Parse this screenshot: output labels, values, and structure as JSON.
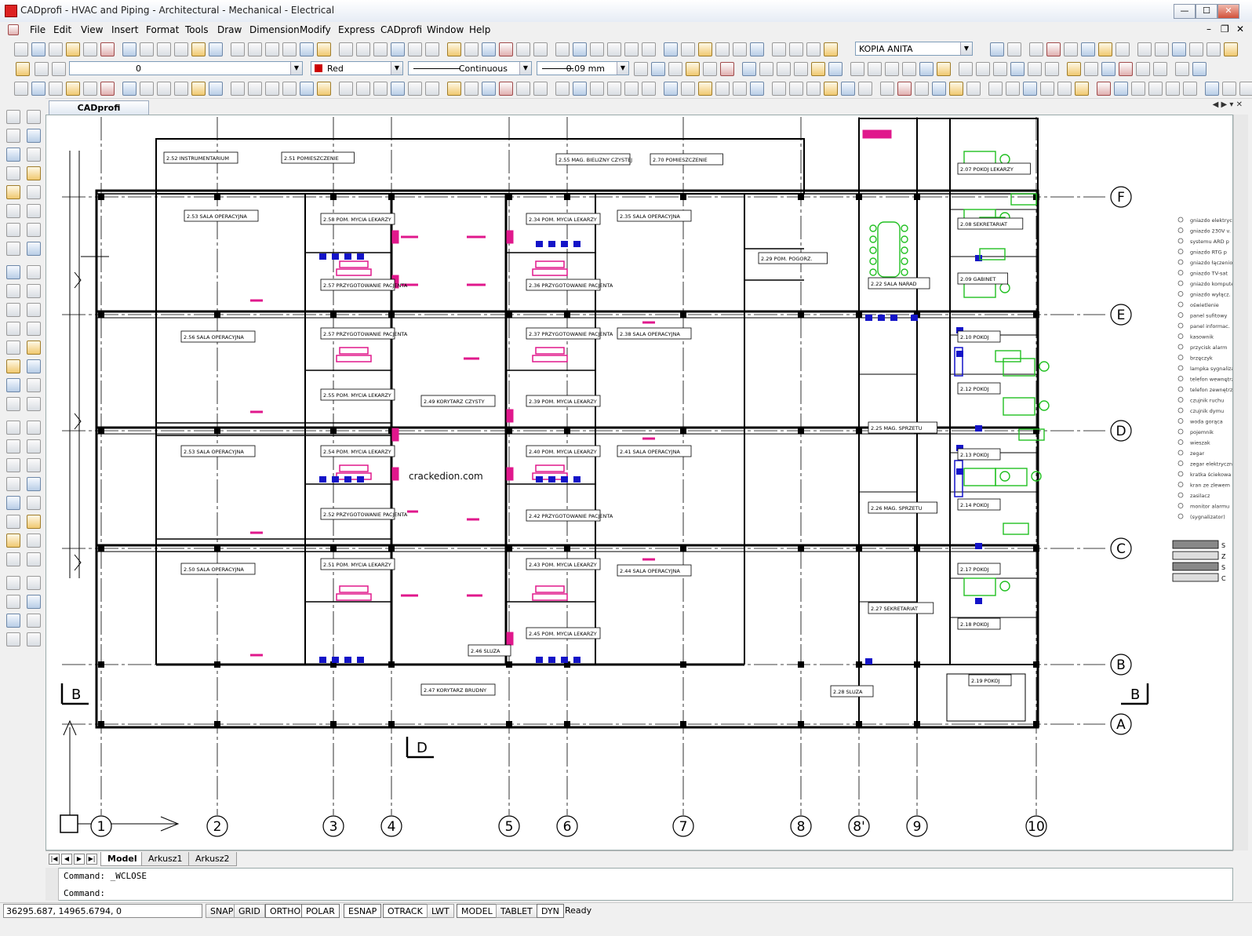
{
  "window": {
    "title": "CADprofi - HVAC and Piping - Architectural - Mechanical - Electrical",
    "minimize": "—",
    "maximize": "☐",
    "close": "✕"
  },
  "menu": {
    "items": [
      "File",
      "Edit",
      "View",
      "Insert",
      "Format",
      "Tools",
      "Draw",
      "Dimension",
      "Modify",
      "Express",
      "CADprofi",
      "Window",
      "Help"
    ],
    "mdi_min": "–",
    "mdi_restore": "❐",
    "mdi_close": "✕"
  },
  "toolbar": {
    "textstyle": "KOPIA ANITA",
    "layer": "0",
    "color": "Red",
    "linetype": "Continuous",
    "lineweight": "0.09 mm"
  },
  "document": {
    "tab_label": "CADprofi",
    "tab_nav": "◀ ▶ ▾ ✕"
  },
  "drawing": {
    "watermark": "crackedion.com",
    "grid_columns": [
      "1",
      "2",
      "3",
      "4",
      "5",
      "6",
      "7",
      "8",
      "8'",
      "9",
      "10"
    ],
    "grid_rows": [
      "F",
      "E",
      "D",
      "C",
      "B",
      "A"
    ],
    "section_markers": [
      "B",
      "B",
      "D"
    ],
    "room_labels": [
      "2.52 INSTRUMENTARIUM",
      "2.51 POMIESZCZENIE",
      "2.55 MAG. BIELIZNY CZYSTEJ",
      "2.70 POMIESZCZENIE",
      "2.53 SALA OPERACYJNA",
      "2.58 POM. MYCIA LEKARZY",
      "2.57 PRZYGOTOWANIE PACJENTA",
      "2.34 POM. MYCIA LEKARZY",
      "2.36 PRZYGOTOWANIE PACJENTA",
      "2.35 SALA OPERACYJNA",
      "2.29 POM. POGORZ.",
      "2.56 SALA OPERACYJNA",
      "2.57 PRZYGOTOWANIE PACJENTA",
      "2.37 PRZYGOTOWANIE PACJENTA",
      "2.38 SALA OPERACYJNA",
      "2.49 KORYTARZ CZYSTY",
      "2.55 POM. MYCIA LEKARZY",
      "2.39 POM. MYCIA LEKARZY",
      "2.53 SALA OPERACYJNA",
      "2.54 POM. MYCIA LEKARZY",
      "2.40 POM. MYCIA LEKARZY",
      "2.41 SALA OPERACYJNA",
      "2.52 PRZYGOTOWANIE PACJENTA",
      "2.42 PRZYGOTOWANIE PACJENTA",
      "2.50 SALA OPERACYJNA",
      "2.51 POM. MYCIA LEKARZY",
      "2.43 POM. MYCIA LEKARZY",
      "2.44 SALA OPERACYJNA",
      "2.45 POM. MYCIA LEKARZY",
      "2.46 SLUZA",
      "2.47 KORYTARZ BRUDNY",
      "2.22 SALA NARAD",
      "2.07 POKOJ LEKARZY",
      "2.08 SEKRETARIAT",
      "2.09 GABINET",
      "2.10 POKOJ",
      "2.12 POKOJ",
      "2.13 POKOJ",
      "2.14 POKOJ",
      "2.17 POKOJ",
      "2.18 POKOJ",
      "2.19 POKOJ",
      "2.25 MAG. SPRZETU",
      "2.26 MAG. SPRZETU",
      "2.27 SEKRETARIAT",
      "2.28 SLUZA"
    ],
    "legend_items": [
      "gniazdo elektryczne",
      "gniazdo 230V v.",
      "systemu ARD p",
      "gniazdo RTG p",
      "gniazdo łączeniow.",
      "gniazdo TV-sat",
      "gniazdo komputer.",
      "gniazdo wyłącz.",
      "oświetlenie",
      "panel sufitowy",
      "panel informac.",
      "kasownik",
      "przycisk alarm",
      "brzęczyk",
      "lampka sygnalizacyjna",
      "telefon wewnętrzny",
      "telefon zewnętrzny",
      "czujnik ruchu",
      "czujnik dymu",
      "woda gorąca",
      "pojemnik",
      "wieszak",
      "zegar",
      "zegar elektryczny",
      "kratka ściekowa",
      "kran ze zlewem",
      "zasilacz",
      "monitor alarmu",
      "(sygnalizator)"
    ],
    "legend_hatch_labels": [
      "S",
      "Z",
      "S",
      "C"
    ]
  },
  "layout_tabs": {
    "nav": [
      "|◀",
      "◀",
      "▶",
      "▶|"
    ],
    "tabs": [
      "Model",
      "Arkusz1",
      "Arkusz2"
    ]
  },
  "command": {
    "line1": "Command: _WCLOSE",
    "line2": "Command:"
  },
  "status": {
    "coords": "36295.687, 14965.6794, 0",
    "buttons": [
      "SNAP",
      "GRID",
      "ORTHO",
      "POLAR",
      "ESNAP",
      "OTRACK",
      "LWT",
      "MODEL",
      "TABLET",
      "DYN"
    ],
    "ready": "Ready"
  }
}
